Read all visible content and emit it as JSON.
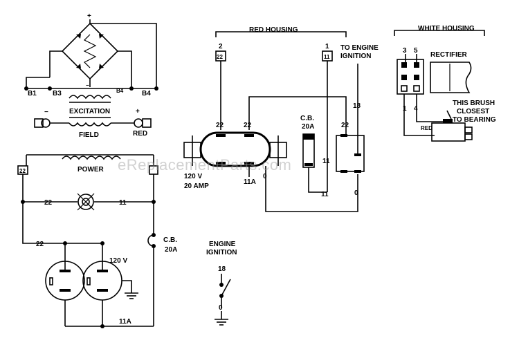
{
  "watermark": "eReplacementParts.com",
  "excitation": {
    "plus": "+",
    "b1": "B1",
    "b3": "B3",
    "b4": "B4",
    "b4_inner": "B4",
    "label": "EXCITATION",
    "field": "FIELD",
    "minus": "−",
    "plus_right": "+",
    "red": "RED"
  },
  "power": {
    "label": "POWER",
    "t22": "22",
    "w22": "22",
    "w11": "11",
    "w22b": "22",
    "cb": "C.B.",
    "cb_rating": "20A",
    "volts": "120 V",
    "w11a": "11A"
  },
  "red_housing": {
    "title": "RED HOUSING",
    "n2": "2",
    "n22_box": "22",
    "n1": "1",
    "n11_box": "11",
    "to_engine": "TO ENGINE",
    "ignition": "IGNITION",
    "w18": "18",
    "cb": "C.B.",
    "cb_rating": "20A",
    "w22a": "22",
    "w22b": "22",
    "w22c": "22",
    "w11": "11",
    "w11b": "11",
    "w11a": "11A",
    "w0": "0",
    "w0b": "0",
    "rating1": "120 V",
    "rating2": "20 AMP"
  },
  "engine": {
    "label1": "ENGINE",
    "label2": "IGNITION",
    "w18": "18",
    "w0": "0"
  },
  "white_housing": {
    "title": "WHITE HOUSING",
    "n3": "3",
    "n5": "5",
    "rectifier": "RECTIFIER",
    "n1": "1",
    "n4": "4",
    "red": "RED",
    "note1": "THIS BRUSH",
    "note2": "CLOSEST",
    "note3": "TO BEARING"
  }
}
